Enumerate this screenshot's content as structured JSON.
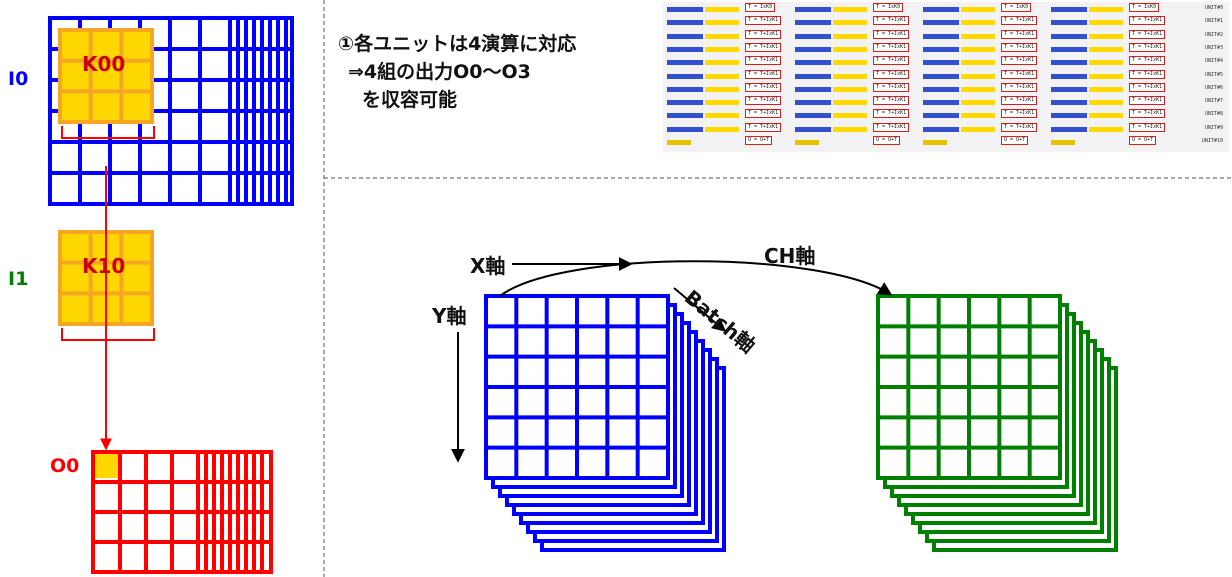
{
  "left": {
    "inputs": [
      {
        "name": "I0",
        "kernel": "K00",
        "color": "#0000ff"
      },
      {
        "name": "I1",
        "kernel": "K10",
        "color": "#008000"
      }
    ],
    "output": {
      "name": "O0",
      "color": "#ff0000"
    },
    "kernel_fill": "#ffd700",
    "kernel_border": "#f5a623"
  },
  "note": {
    "line1": "①各ユニットは4演算に対応",
    "line2": "⇒4組の出力O0～O3",
    "line3": "を収容可能"
  },
  "thumbnail": {
    "units": [
      "UNIT#0",
      "UNIT#1",
      "UNIT#2",
      "UNIT#3",
      "UNIT#4",
      "UNIT#5",
      "UNIT#6",
      "UNIT#7",
      "UNIT#8",
      "UNIT#9",
      "UNIT#10"
    ],
    "ops": [
      "T = IxK0",
      "T = T+IxK1",
      "O = O+T"
    ]
  },
  "axes": {
    "x": "X軸",
    "y": "Y軸",
    "ch": "CH軸",
    "batch": "Batch軸"
  },
  "colors": {
    "input_grid": "#0000ff",
    "output_grid": "#008000",
    "divider": "#555555"
  }
}
